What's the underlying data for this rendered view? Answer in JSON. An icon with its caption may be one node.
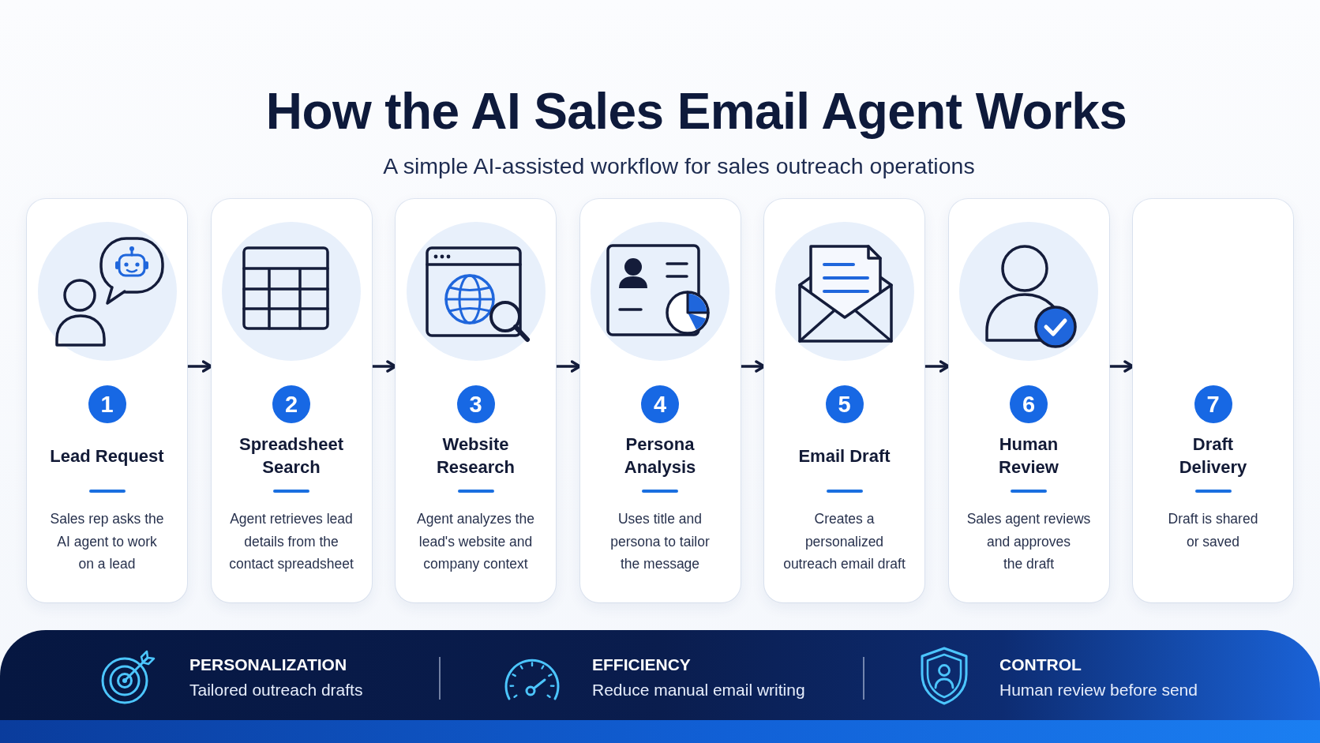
{
  "diagram": {
    "title": "How the AI Sales Email Agent Works",
    "nodes": [
      {
        "text": [
          "Lead Request",
          "Sales rep asks the AI agent to work on a lead"
        ]
      },
      {
        "text": [
          "1"
        ],
        "in": 0
      },
      {
        "text": [
          "Spreadsheet Search",
          "Agent retrieves lead details from the contact spreadsheet"
        ]
      },
      {
        "text": [
          "2"
        ],
        "in": 2
      },
      {
        "text": [
          "Website Research",
          "Agent analyzes the lead's website and company context"
        ]
      },
      {
        "text": [
          "3"
        ],
        "in": 4
      },
      {
        "text": [
          "Persona Analysis",
          "Uses title and persona to tailor the message"
        ]
      },
      {
        "text": [
          "4"
        ],
        "in": 6
      },
      {
        "text": [
          "Email Draft",
          "Creates a personalized outreach email draft"
        ]
      },
      {
        "text": [
          "5"
        ],
        "in": 8
      },
      {
        "text": [
          "Human Review",
          "Sales agent reviews and approves the draft"
        ]
      },
      {
        "text": [
          "6"
        ],
        "in": 10
      },
      {
        "text": [
          "Draft Delivery",
          "Draft is shared or saved"
        ]
      },
      {
        "text": [
          "7"
        ],
        "in": 12
      },
      {
        "text": [
          "PERSONALIZATION",
          "Tailored outreach drafts",
          "EFFICIENCY",
          "Reduce manual email writing",
          "CONTROL",
          "Human review before send"
        ]
      }
    ],
    "edges": [
      {
        "from": 0,
        "to": 2,
        "arrow": "to"
      },
      {
        "from": 2,
        "to": 4,
        "arrow": "to"
      },
      {
        "from": 4,
        "to": 6,
        "arrow": "to"
      },
      {
        "from": 6,
        "to": 8,
        "arrow": "to"
      },
      {
        "from": 8,
        "to": 10,
        "arrow": "to"
      },
      {
        "from": 10,
        "to": 12,
        "arrow": "to"
      }
    ],
    "labels": [
      "A simple AI-assisted workflow for sales outreach operations"
    ]
  }
}
